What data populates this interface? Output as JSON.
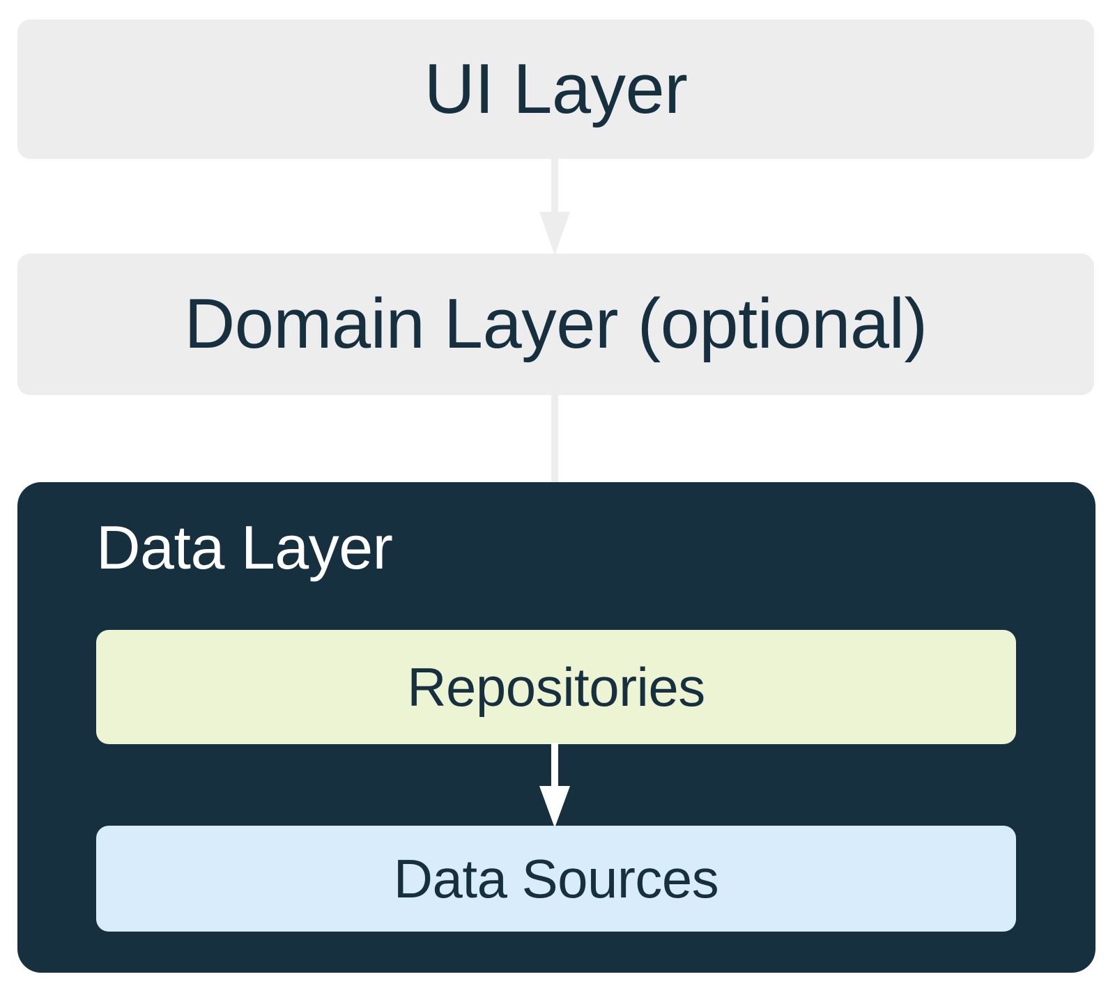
{
  "diagram": {
    "title": "App architecture layers",
    "type": "layered-architecture",
    "colors": {
      "background": "#ffffff",
      "layer_gray": "#ededed",
      "data_layer_dark": "#17303f",
      "repositories_lime": "#edf4d4",
      "data_sources_blue": "#d9ecfc",
      "text_dark": "#17303f",
      "text_light": "#ffffff",
      "arrow_gray": "#ededed",
      "arrow_white": "#ffffff"
    },
    "layers": [
      {
        "id": "ui-layer",
        "label": "UI Layer",
        "fill": "#ededed",
        "text_color": "#17303f"
      },
      {
        "id": "domain-layer",
        "label": "Domain Layer (optional)",
        "fill": "#ededed",
        "text_color": "#17303f"
      },
      {
        "id": "data-layer",
        "label": "Data Layer",
        "fill": "#17303f",
        "text_color": "#ffffff",
        "children": [
          {
            "id": "repositories",
            "label": "Repositories",
            "fill": "#edf4d4",
            "text_color": "#17303f"
          },
          {
            "id": "data-sources",
            "label": "Data Sources",
            "fill": "#d9ecfc",
            "text_color": "#17303f"
          }
        ]
      }
    ],
    "arrows": [
      {
        "id": "arrow-ui-to-domain",
        "from": "ui-layer",
        "to": "domain-layer",
        "color": "#ededed",
        "direction": "down"
      },
      {
        "id": "arrow-domain-to-repositories",
        "from": "domain-layer",
        "to": "repositories",
        "color": "#ededed",
        "direction": "down"
      },
      {
        "id": "arrow-repositories-to-data-sources",
        "from": "repositories",
        "to": "data-sources",
        "color": "#ffffff",
        "direction": "down"
      }
    ]
  }
}
